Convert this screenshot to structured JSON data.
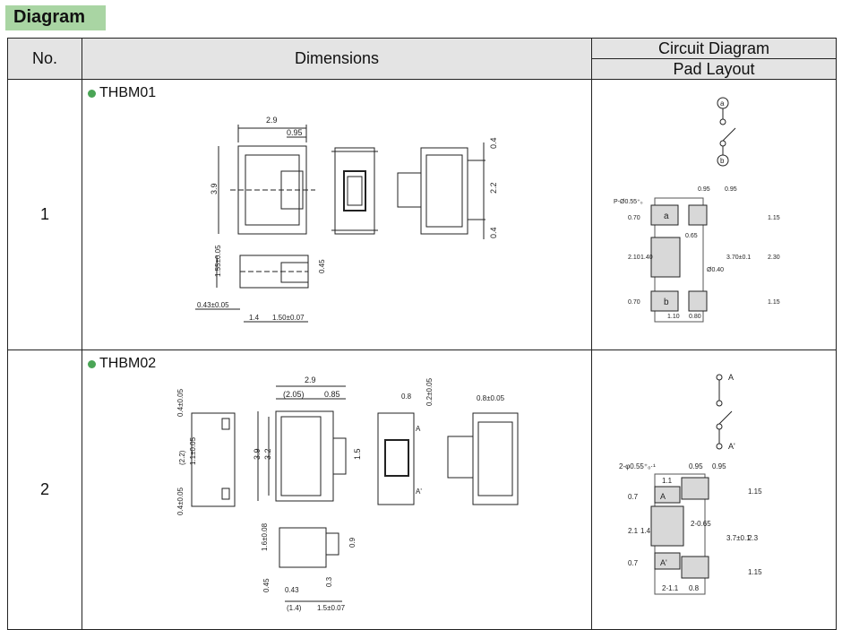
{
  "tab": {
    "title": "Diagram"
  },
  "header": {
    "no": "No.",
    "dimensions": "Dimensions",
    "circuit": "Circuit Diagram",
    "pad": "Pad Layout"
  },
  "rows": [
    {
      "no": "1",
      "model": "THBM01",
      "dims": {
        "w": "2.9",
        "w2": "0.95",
        "h": "3.9",
        "t1": "0.4",
        "mid": "2.2",
        "b1": "0.4",
        "s1": "1.55±0.05",
        "s2": "0.45",
        "s3": "0.43±0.05",
        "s4": "1.4",
        "s5": "1.50±0.07"
      },
      "circuit": {
        "a": "a",
        "b": "b"
      },
      "pad": {
        "hole": "P-Ø0.55⁺₀",
        "p95a": "0.95",
        "p95b": "0.95",
        "p115a": "1.15",
        "p065": "0.65",
        "p070a": "0.70",
        "p210": "2.10",
        "p140": "1.40",
        "p370": "3.70±0.1",
        "p230": "2.30",
        "p040": "Ø0.40",
        "p070b": "0.70",
        "p115b": "1.15",
        "p110": "1.10",
        "p080": "0.80",
        "la": "a",
        "lb": "b"
      }
    },
    {
      "no": "2",
      "model": "THBM02",
      "dims": {
        "d1": "0.4±0.05",
        "d2": "(2.2)",
        "d3": "1.1±0.05",
        "d4": "0.4±0.05",
        "w": "2.9",
        "w205": "(2.05)",
        "w085": "0.85",
        "h39": "3.9",
        "h32": "3.2",
        "h15": "1.5",
        "top08": "0.8",
        "top02": "0.2±0.05",
        "la": "A",
        "lb": "A'",
        "r08": "0.8±0.05",
        "s16": "1.6±0.08",
        "s09": "0.9",
        "s045": "0.45",
        "s043": "0.43",
        "s03": "0.3",
        "s14": "(1.4)",
        "s15": "1.5±0.07"
      },
      "circuit": {
        "a": "A",
        "b": "A'"
      },
      "pad": {
        "hole": "2-φ0.55⁺₀·¹",
        "p95a": "0.95",
        "p95b": "0.95",
        "p11": "1.1",
        "p115a": "1.15",
        "p07a": "0.7",
        "p21": "2.1",
        "p14": "1.4",
        "p2065": "2-0.65",
        "p37": "3.7±0.1",
        "p23": "2.3",
        "p07b": "0.7",
        "p115b": "1.15",
        "p211": "2-1.1",
        "p08": "0.8",
        "la": "A",
        "lb": "A'"
      }
    }
  ]
}
